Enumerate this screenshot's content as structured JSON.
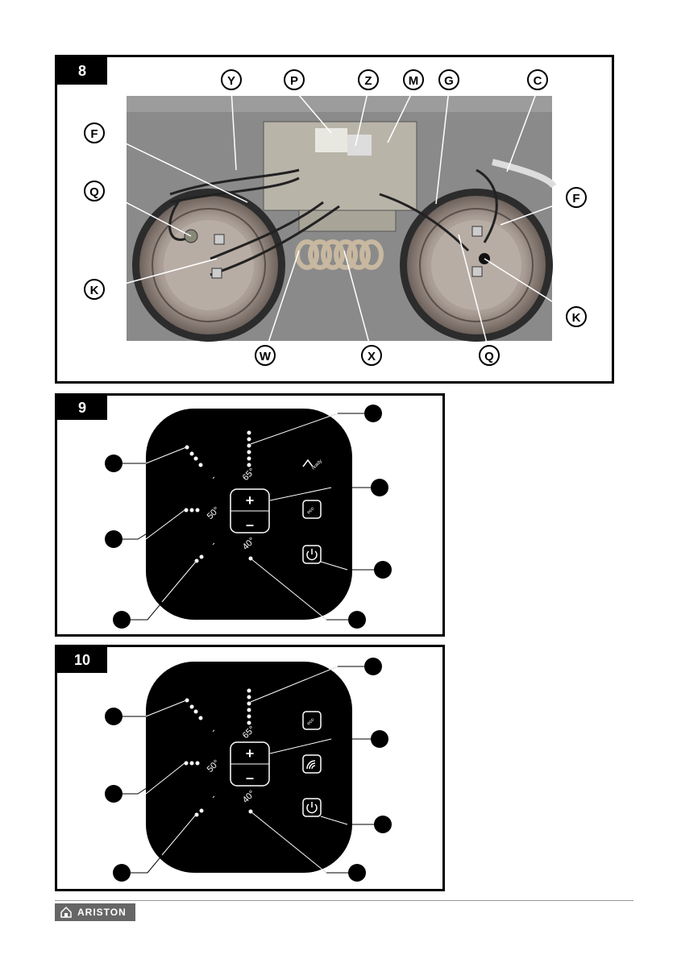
{
  "fig8": {
    "number": "8",
    "labels": {
      "Y": "Y",
      "P": "P",
      "Z": "Z",
      "M": "M",
      "G": "G",
      "C": "C",
      "F": "F",
      "Q": "Q",
      "K": "K",
      "W": "W",
      "X": "X"
    }
  },
  "fig9": {
    "number": "9",
    "temp_65": "65°",
    "temp_50": "50°",
    "temp_40": "40°",
    "dash": "-",
    "plus": "+",
    "minus": "–",
    "ready_label": "ready",
    "eco_label": "eco",
    "icons": [
      "ready-icon",
      "eco-icon",
      "power-icon"
    ]
  },
  "fig10": {
    "number": "10",
    "temp_65": "65°",
    "temp_50": "50°",
    "temp_40": "40°",
    "dash": "-",
    "plus": "+",
    "minus": "–",
    "eco_label": "eco",
    "icons": [
      "eco-icon",
      "wifi-icon",
      "power-icon"
    ]
  },
  "footer": {
    "brand": "ARISTON"
  },
  "colors": {
    "panel": "#000000",
    "frame": "#000000",
    "logo_bg": "#666666"
  }
}
